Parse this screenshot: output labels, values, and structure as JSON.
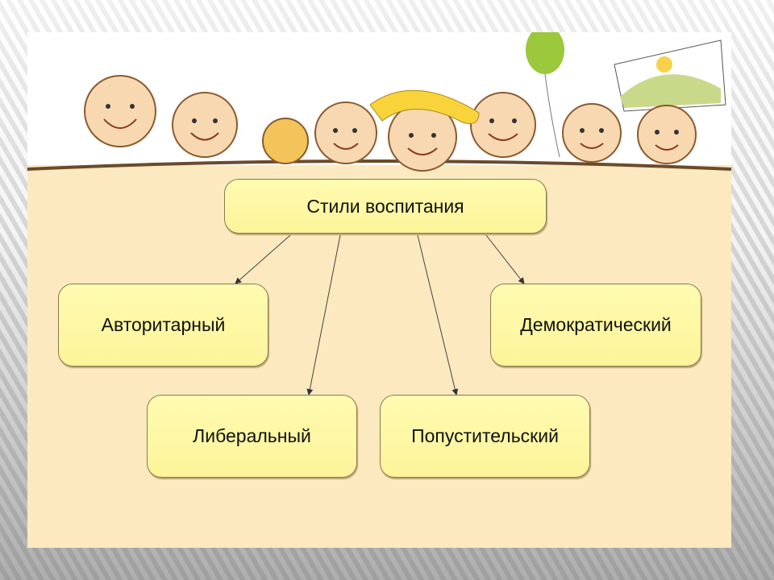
{
  "diagram": {
    "root": "Стили воспитания",
    "children": [
      "Авторитарный",
      "Либеральный",
      "Попустительский",
      "Демократический"
    ]
  },
  "colors": {
    "panel": "#fde9bf",
    "box": "#fdf49a",
    "border": "#8a7a50"
  }
}
